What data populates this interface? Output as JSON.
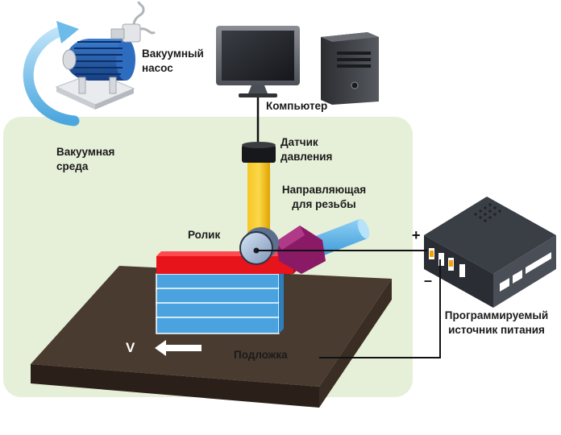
{
  "labels": {
    "vacuum_pump": "Вакуумный насос",
    "computer": "Компьютер",
    "pressure_sensor": "Датчик давления",
    "vacuum_environment": "Вакуумная среда",
    "thread_guide": "Направляющая для резьбы",
    "roller": "Ролик",
    "substrate": "Подложка",
    "power_supply": "Программируемый источник питания",
    "velocity": "V",
    "plus": "+",
    "minus": "–"
  },
  "colors": {
    "vacuum_zone": "#e6f0d8",
    "substrate_top": "#4a3b30",
    "layers": "#4aa3df",
    "red_layer": "#e8141c",
    "guide": "#f5b800",
    "nozzle": "#8b1a66",
    "beam": "#5bb4e8",
    "pump_body": "#1f5fb0"
  }
}
